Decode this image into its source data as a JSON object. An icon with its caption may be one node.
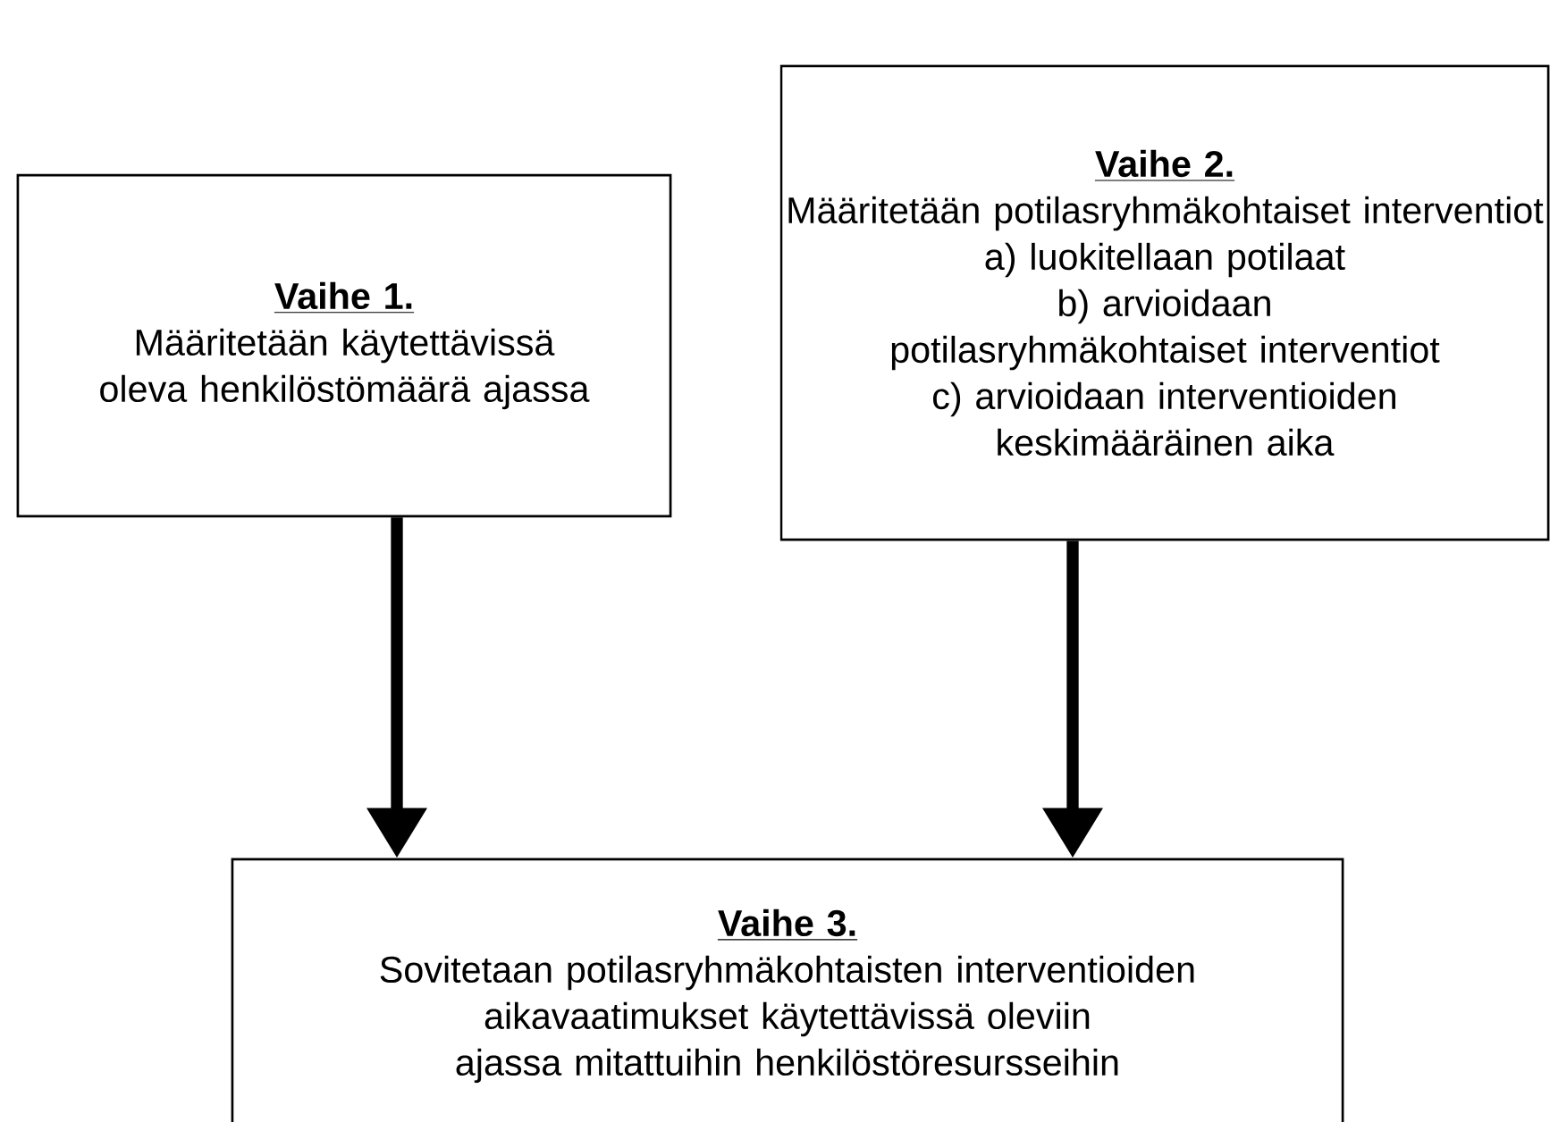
{
  "diagram": {
    "nodes": [
      {
        "text": [
          "Vaihe 1.",
          "Määritetään käytettävissä oleva henkilöstömäärä ajassa"
        ]
      },
      {
        "text": [
          "Vaihe 2.",
          "Määritetään potilasryhmäkohtaiset interventiot",
          "a) luokitellaan potilaat",
          "b) arvioidaan potilasryhmäkohtaiset interventiot",
          "c) arvioidaan interventioiden keskimääräinen aika"
        ]
      },
      {
        "text": [
          "Vaihe 3.",
          "Sovitetaan potilasryhmäkohtaisten interventioiden aikavaatimukset käytettävissä oleviin ajassa mitattuihin henkilöstöresursseihin"
        ]
      }
    ],
    "edges": [
      {
        "from": 0,
        "to": 2,
        "arrow": "to"
      },
      {
        "from": 1,
        "to": 2,
        "arrow": "to"
      }
    ]
  }
}
